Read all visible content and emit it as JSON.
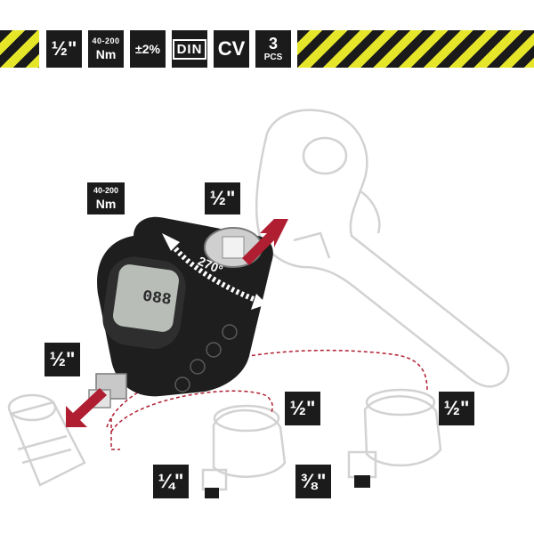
{
  "banner": {
    "drive": "½\"",
    "range_top": "40-200",
    "range_unit": "Nm",
    "accuracy": "±2%",
    "standard": "DIN",
    "material": "CV",
    "count": "3",
    "count_unit": "PCS"
  },
  "callouts": {
    "range_top": "40-200",
    "range_unit": "Nm",
    "input_drive": "½\"",
    "rotation": "270°",
    "output_drive": "½\"",
    "adapter1_top": "½\"",
    "adapter1_bottom": "¼\"",
    "adapter2_top": "½\"",
    "adapter2_bottom": "⅜\""
  },
  "colors": {
    "stripe_yellow": "#e5e52a",
    "label_bg": "#1b1b1b",
    "arrow_red": "#b01e32",
    "outline_gray": "#d2d2d2",
    "body_dark": "#1e1e1e"
  }
}
